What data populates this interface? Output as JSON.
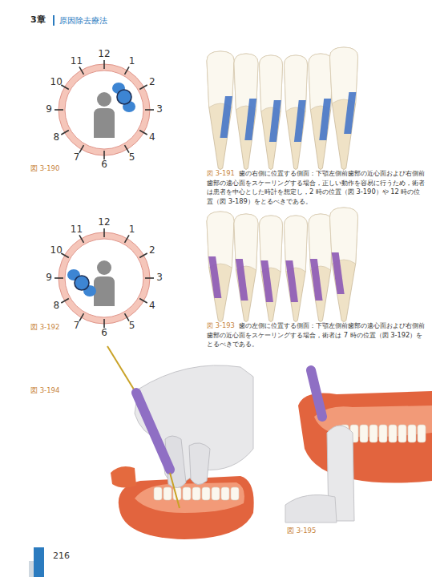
{
  "diagram": {
    "labels": [
      "3章",
      "原因除去療法",
      "12",
      "1",
      "2",
      "3",
      "4",
      "5",
      "6",
      "7",
      "8",
      "9",
      "10",
      "11",
      "図 3-190",
      "図 3-191",
      "歯の右側に位置する側面：下顎左側前歯部の近心面および右側前歯部の遠心面をスケーリングする場合，正しい動作を容易に行うため，術者は患者を中心とした時計を想定し，2 時の位置（図 3-190）や 12 時の位置（図 3-189）をとるべきである。",
      "12",
      "1",
      "2",
      "3",
      "4",
      "5",
      "6",
      "7",
      "8",
      "9",
      "10",
      "11",
      "図 3-192",
      "図 3-193",
      "歯の左側に位置する側面：下顎左側前歯部の遠心面および右側前歯部の近心面をスケーリングする場合，術者は 7 時の位置（図 3-192）をとるべきである。",
      "図 3-194",
      "図 3-195",
      "216"
    ]
  }
}
